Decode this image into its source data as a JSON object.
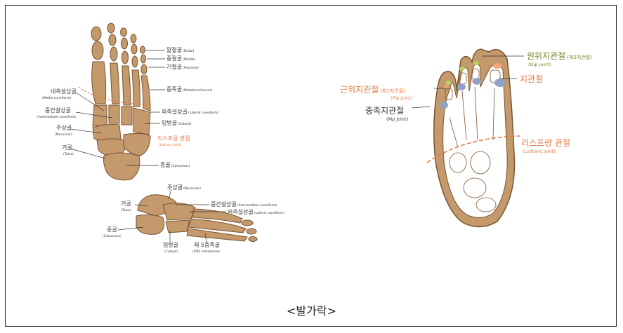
{
  "caption": "<발가락>",
  "colors": {
    "bone_fill": "#c49a6c",
    "bone_stroke": "#7a5330",
    "line_dark": "#333333",
    "label_orange": "#e8743b",
    "label_green": "#6a8a2a",
    "joint_blue": "#8fa3c6",
    "joint_orange": "#f4a57a",
    "joint_green": "#b9cf63"
  },
  "top_view": {
    "distal": {
      "ko": "말절골",
      "en": "(Distal)"
    },
    "middle": {
      "ko": "중절골",
      "en": "(Middle)"
    },
    "proximal": {
      "ko": "기절골",
      "en": "(Proximal)"
    },
    "metatarsal": {
      "ko": "중족골",
      "en": "(Metatarsal bones)"
    },
    "medial_cuneiform": {
      "ko": "내측설상골",
      "en": "(Media cuneiform)"
    },
    "intermediate_cuneiform": {
      "ko": "중간설상골",
      "en": "(Intermediate cuneiform)"
    },
    "lateral_cuneiform": {
      "ko": "외측설상골",
      "en": "(Lateral cuneiform)"
    },
    "navicular": {
      "ko": "주상골",
      "en": "(Navicular)"
    },
    "cuboid": {
      "ko": "입방골",
      "en": "(Cuboid)"
    },
    "lisfranc": {
      "ko": "리스프랑 관절",
      "en": "(Lisfranc joint)"
    },
    "talus": {
      "ko": "거골",
      "en": "(Talus)"
    },
    "calcaneus": {
      "ko": "종골",
      "en": "(Calcaneus)"
    }
  },
  "side_view": {
    "navicular": {
      "ko": "주상골",
      "en": "(Navicular)"
    },
    "talus": {
      "ko": "거골",
      "en": "(Talus)"
    },
    "intermediate_cuneiform": {
      "ko": "중간설상골",
      "en": "(Intermediate cuneiform)"
    },
    "lateral_cuneiform": {
      "ko": "외측설상골",
      "en": "(Lateral cuneiform)"
    },
    "calcaneus": {
      "ko": "종골",
      "en": "(Calcaneus)"
    },
    "cuboid": {
      "ko": "입방골",
      "en": "(Cuboid)"
    },
    "fifth_metatarsal": {
      "ko": "제 5중족골",
      "en": "(Fifth metatarsal)"
    }
  },
  "right_diagram": {
    "dip": {
      "ko": "원위지관절",
      "sub": "(제2지관절)",
      "en": "(Dip joint)"
    },
    "ip": {
      "ko": "지관절"
    },
    "pip": {
      "ko": "근위지관절",
      "sub": "(제1지관절)",
      "en": "(Pip joint)"
    },
    "mp": {
      "ko": "중족지관절",
      "en": "(Mp joint)"
    },
    "lisfranc": {
      "ko": "리스프랑 관절",
      "en": "(Lisfranc joint)"
    }
  }
}
